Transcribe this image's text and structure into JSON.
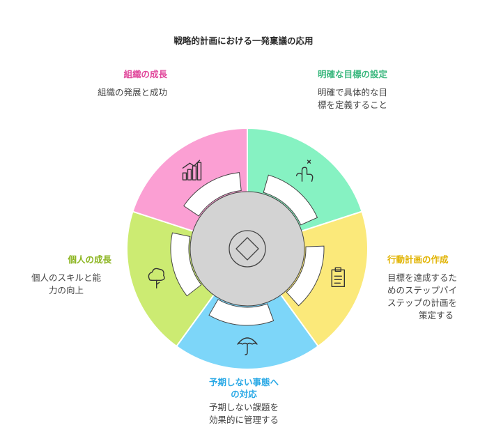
{
  "title": "戦略的計画における一発稟議の応用",
  "center_icon": "diamond-arrows-icon",
  "segments": [
    {
      "key": "goal",
      "title": "明確な目標の設定",
      "desc_lines": [
        "明確で具体的な目",
        "標を定義すること"
      ],
      "color": "#86f2c2",
      "title_color": "#3cb87f",
      "icon": "pointing-hand-icon"
    },
    {
      "key": "plan",
      "title": "行動計画の作成",
      "desc_lines": [
        "目標を達成するた",
        "めのステップバイ",
        "ステップの計画を",
        "策定する"
      ],
      "color": "#fbe97a",
      "title_color": "#e1b300",
      "icon": "clipboard-icon"
    },
    {
      "key": "risk",
      "title_lines": [
        "予期しない事態へ",
        "の対応"
      ],
      "desc_lines": [
        "予期しない課題を",
        "効果的に管理する"
      ],
      "color": "#7dd6f9",
      "title_color": "#2aa9e6",
      "icon": "umbrella-icon"
    },
    {
      "key": "personal",
      "title": "個人の成長",
      "desc_lines": [
        "個人のスキルと能",
        "力の向上"
      ],
      "color": "#cceb72",
      "title_color": "#8cb521",
      "icon": "growing-tree-icon"
    },
    {
      "key": "org",
      "title": "組織の成長",
      "desc_lines": [
        "組織の発展と成功"
      ],
      "color": "#fb9fd3",
      "title_color": "#e0479b",
      "icon": "bar-chart-icon"
    }
  ]
}
